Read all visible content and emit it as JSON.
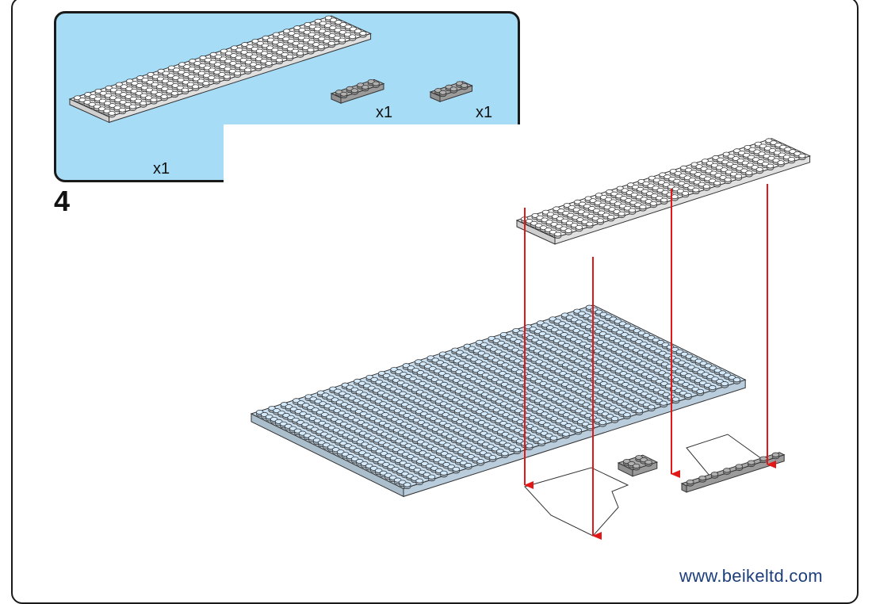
{
  "parts_callout": {
    "items": [
      {
        "part": "white-plate-large",
        "quantity": "x1"
      },
      {
        "part": "gray-plate-2x4",
        "quantity": "x1"
      },
      {
        "part": "gray-plate-2x3",
        "quantity": "x1"
      }
    ]
  },
  "step": {
    "number": "4"
  },
  "footer": {
    "website": "www.beikeltd.com"
  },
  "colors": {
    "callout_bg": "#a6dcf6",
    "baseplate": "#c9dff0",
    "white_plate": "#f4f4f4",
    "gray_plate": "#a9a9a9",
    "arrow": "#e01818",
    "website_text": "#1c3f7a"
  },
  "icons": [
    "red-down-arrow-icon"
  ]
}
